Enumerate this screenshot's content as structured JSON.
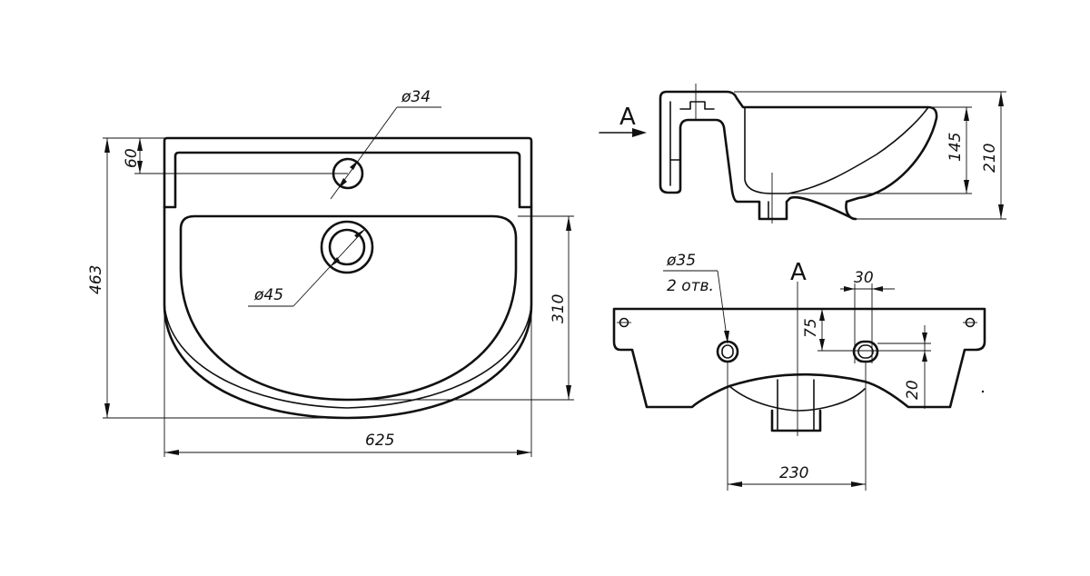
{
  "views": {
    "top": {
      "dims": {
        "overall_width": "625",
        "overall_depth": "463",
        "bowl_depth": "310",
        "rim_depth": "60",
        "tap_hole": "ø34",
        "drain_hole": "ø45"
      }
    },
    "side": {
      "view_marker": "A",
      "dims": {
        "bowl_height": "145",
        "total_height": "210"
      }
    },
    "back": {
      "view_label": "A",
      "dims": {
        "mount_holes": "ø35",
        "mount_holes_count": "2 отв.",
        "slot_width": "30",
        "hole_offset": "75",
        "slot_height": "20",
        "hole_spacing": "230"
      }
    }
  }
}
